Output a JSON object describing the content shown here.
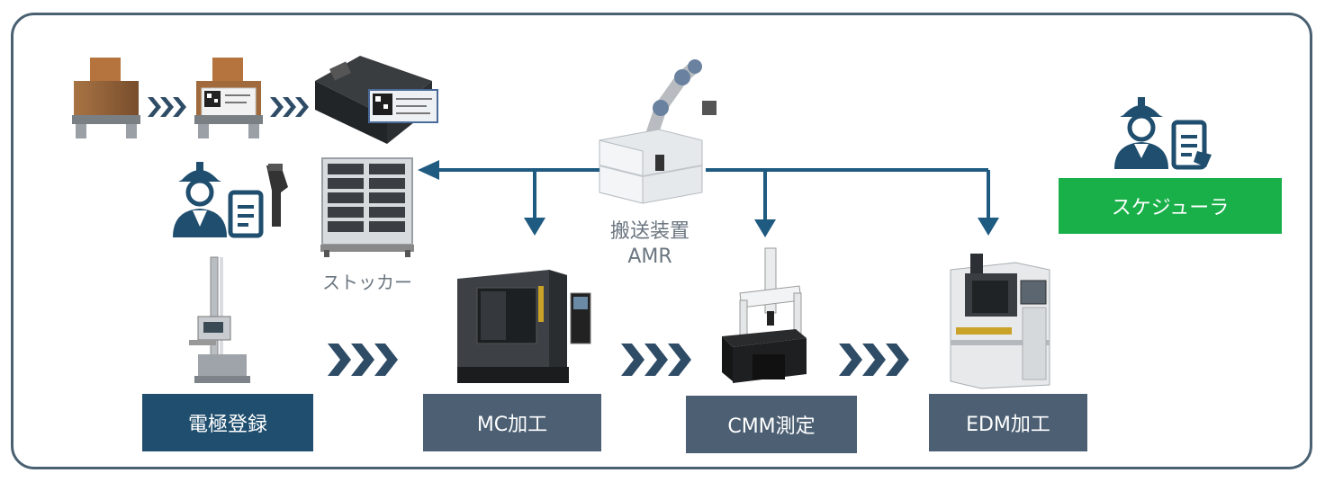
{
  "labels": {
    "electrode_registration": "電極登録",
    "mc_machining": "MC加工",
    "cmm_measurement": "CMM測定",
    "edm_machining": "EDM加工",
    "scheduler": "スケジューラ",
    "stocker": "ストッカー",
    "amr_line1": "搬送装置",
    "amr_line2": "AMR"
  },
  "colors": {
    "frame": "#4a6172",
    "navy": "#1f4e6e",
    "slate": "#4c5f73",
    "green": "#19b04a",
    "arrow": "#1f5a80",
    "chevron": "#2f4c66"
  },
  "icons": [
    "copper-electrode-icon",
    "electrode-with-qr-icon",
    "electrode-holder-icon",
    "worker-scanner-icon",
    "height-gauge-icon",
    "stocker-rack-icon",
    "amr-robot-icon",
    "mc-machine-icon",
    "cmm-machine-icon",
    "edm-machine-icon",
    "worker-tablet-icon"
  ]
}
